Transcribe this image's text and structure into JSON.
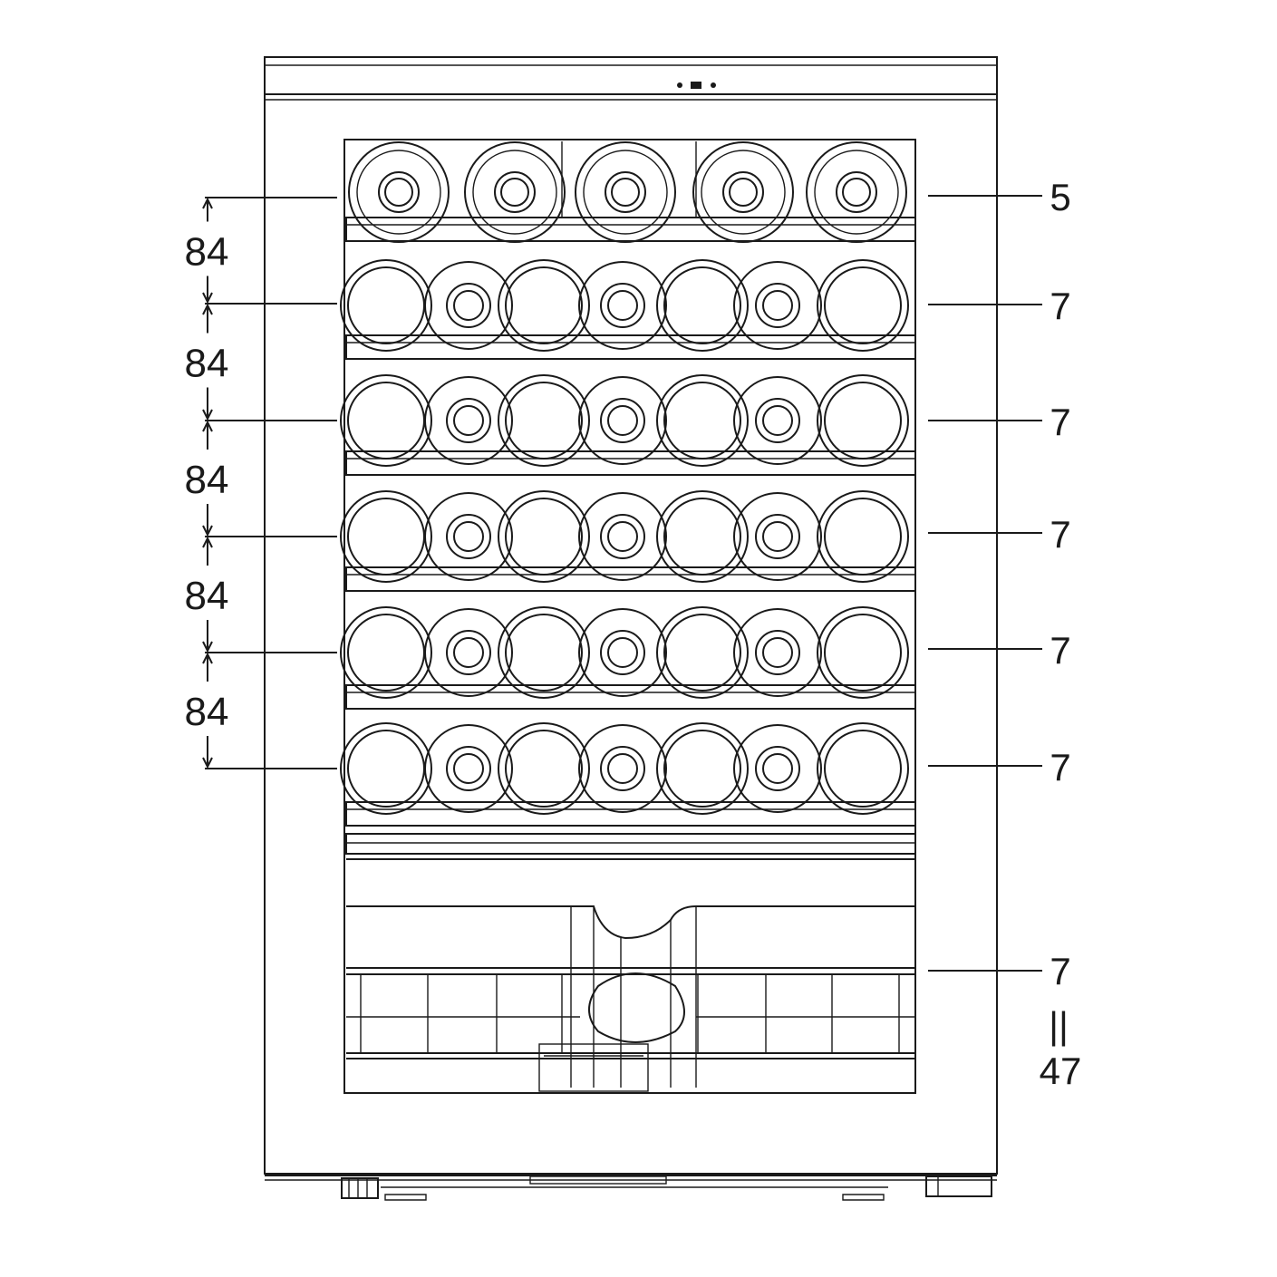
{
  "diagram": {
    "shelf_spacing_labels": [
      "84",
      "84",
      "84",
      "84",
      "84"
    ],
    "shelf_capacities": [
      "5",
      "7",
      "7",
      "7",
      "7",
      "7"
    ],
    "bottom_capacity": "7",
    "equals_symbol": "||",
    "total_capacity": "47"
  }
}
